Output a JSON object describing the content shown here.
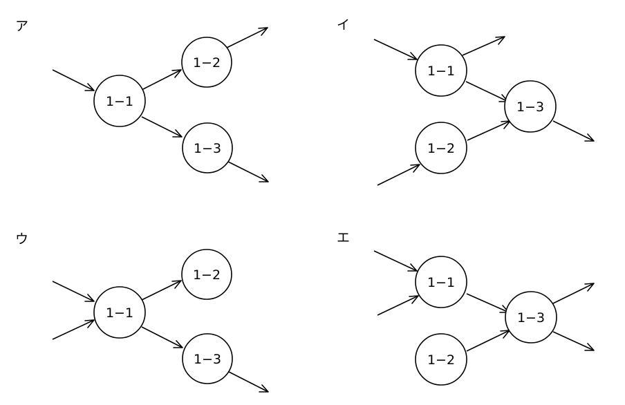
{
  "panels": [
    {
      "label": "ア",
      "nodes": [
        {
          "id": "1-1",
          "label": "1−1"
        },
        {
          "id": "1-2",
          "label": "1−2"
        },
        {
          "id": "1-3",
          "label": "1−3"
        }
      ],
      "edges": [
        {
          "from": "in",
          "to": "1-1"
        },
        {
          "from": "1-1",
          "to": "1-2"
        },
        {
          "from": "1-1",
          "to": "1-3"
        },
        {
          "from": "1-2",
          "to": "out"
        },
        {
          "from": "1-3",
          "to": "out"
        }
      ]
    },
    {
      "label": "イ",
      "nodes": [
        {
          "id": "1-1",
          "label": "1−1"
        },
        {
          "id": "1-2",
          "label": "1−2"
        },
        {
          "id": "1-3",
          "label": "1−3"
        }
      ],
      "edges": [
        {
          "from": "in",
          "to": "1-1"
        },
        {
          "from": "in",
          "to": "1-2"
        },
        {
          "from": "1-1",
          "to": "out"
        },
        {
          "from": "1-1",
          "to": "1-3"
        },
        {
          "from": "1-2",
          "to": "1-3"
        },
        {
          "from": "1-3",
          "to": "out"
        }
      ]
    },
    {
      "label": "ウ",
      "nodes": [
        {
          "id": "1-1",
          "label": "1−1"
        },
        {
          "id": "1-2",
          "label": "1−2"
        },
        {
          "id": "1-3",
          "label": "1−3"
        }
      ],
      "edges": [
        {
          "from": "in",
          "to": "1-1"
        },
        {
          "from": "in",
          "to": "1-1"
        },
        {
          "from": "1-1",
          "to": "1-2"
        },
        {
          "from": "1-1",
          "to": "1-3"
        },
        {
          "from": "1-3",
          "to": "out"
        }
      ]
    },
    {
      "label": "エ",
      "nodes": [
        {
          "id": "1-1",
          "label": "1−1"
        },
        {
          "id": "1-2",
          "label": "1−2"
        },
        {
          "id": "1-3",
          "label": "1−3"
        }
      ],
      "edges": [
        {
          "from": "in",
          "to": "1-1"
        },
        {
          "from": "in",
          "to": "1-1"
        },
        {
          "from": "1-1",
          "to": "1-3"
        },
        {
          "from": "1-2",
          "to": "1-3"
        },
        {
          "from": "1-3",
          "to": "out"
        },
        {
          "from": "1-3",
          "to": "out"
        }
      ]
    }
  ]
}
